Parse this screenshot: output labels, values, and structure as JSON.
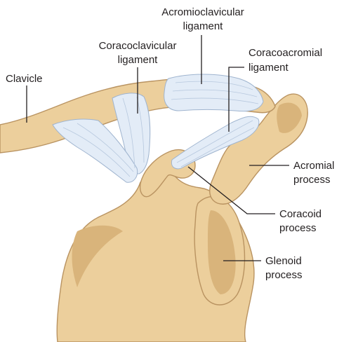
{
  "labels": {
    "acromioclavicular": [
      "Acromioclavicular",
      "ligament"
    ],
    "coracoclavicular": [
      "Coracoclavicular",
      "ligament"
    ],
    "coracoacromial": [
      "Coracoacromial",
      "ligament"
    ],
    "clavicle": [
      "Clavicle"
    ],
    "acromial": [
      "Acromial",
      "process"
    ],
    "coracoid": [
      "Coracoid",
      "process"
    ],
    "glenoid": [
      "Glenoid",
      "process"
    ]
  },
  "colors": {
    "bone": "#eccf9c",
    "bone_outline": "#b99361",
    "ligament": "#e3ecf7",
    "text": "#231f20"
  }
}
